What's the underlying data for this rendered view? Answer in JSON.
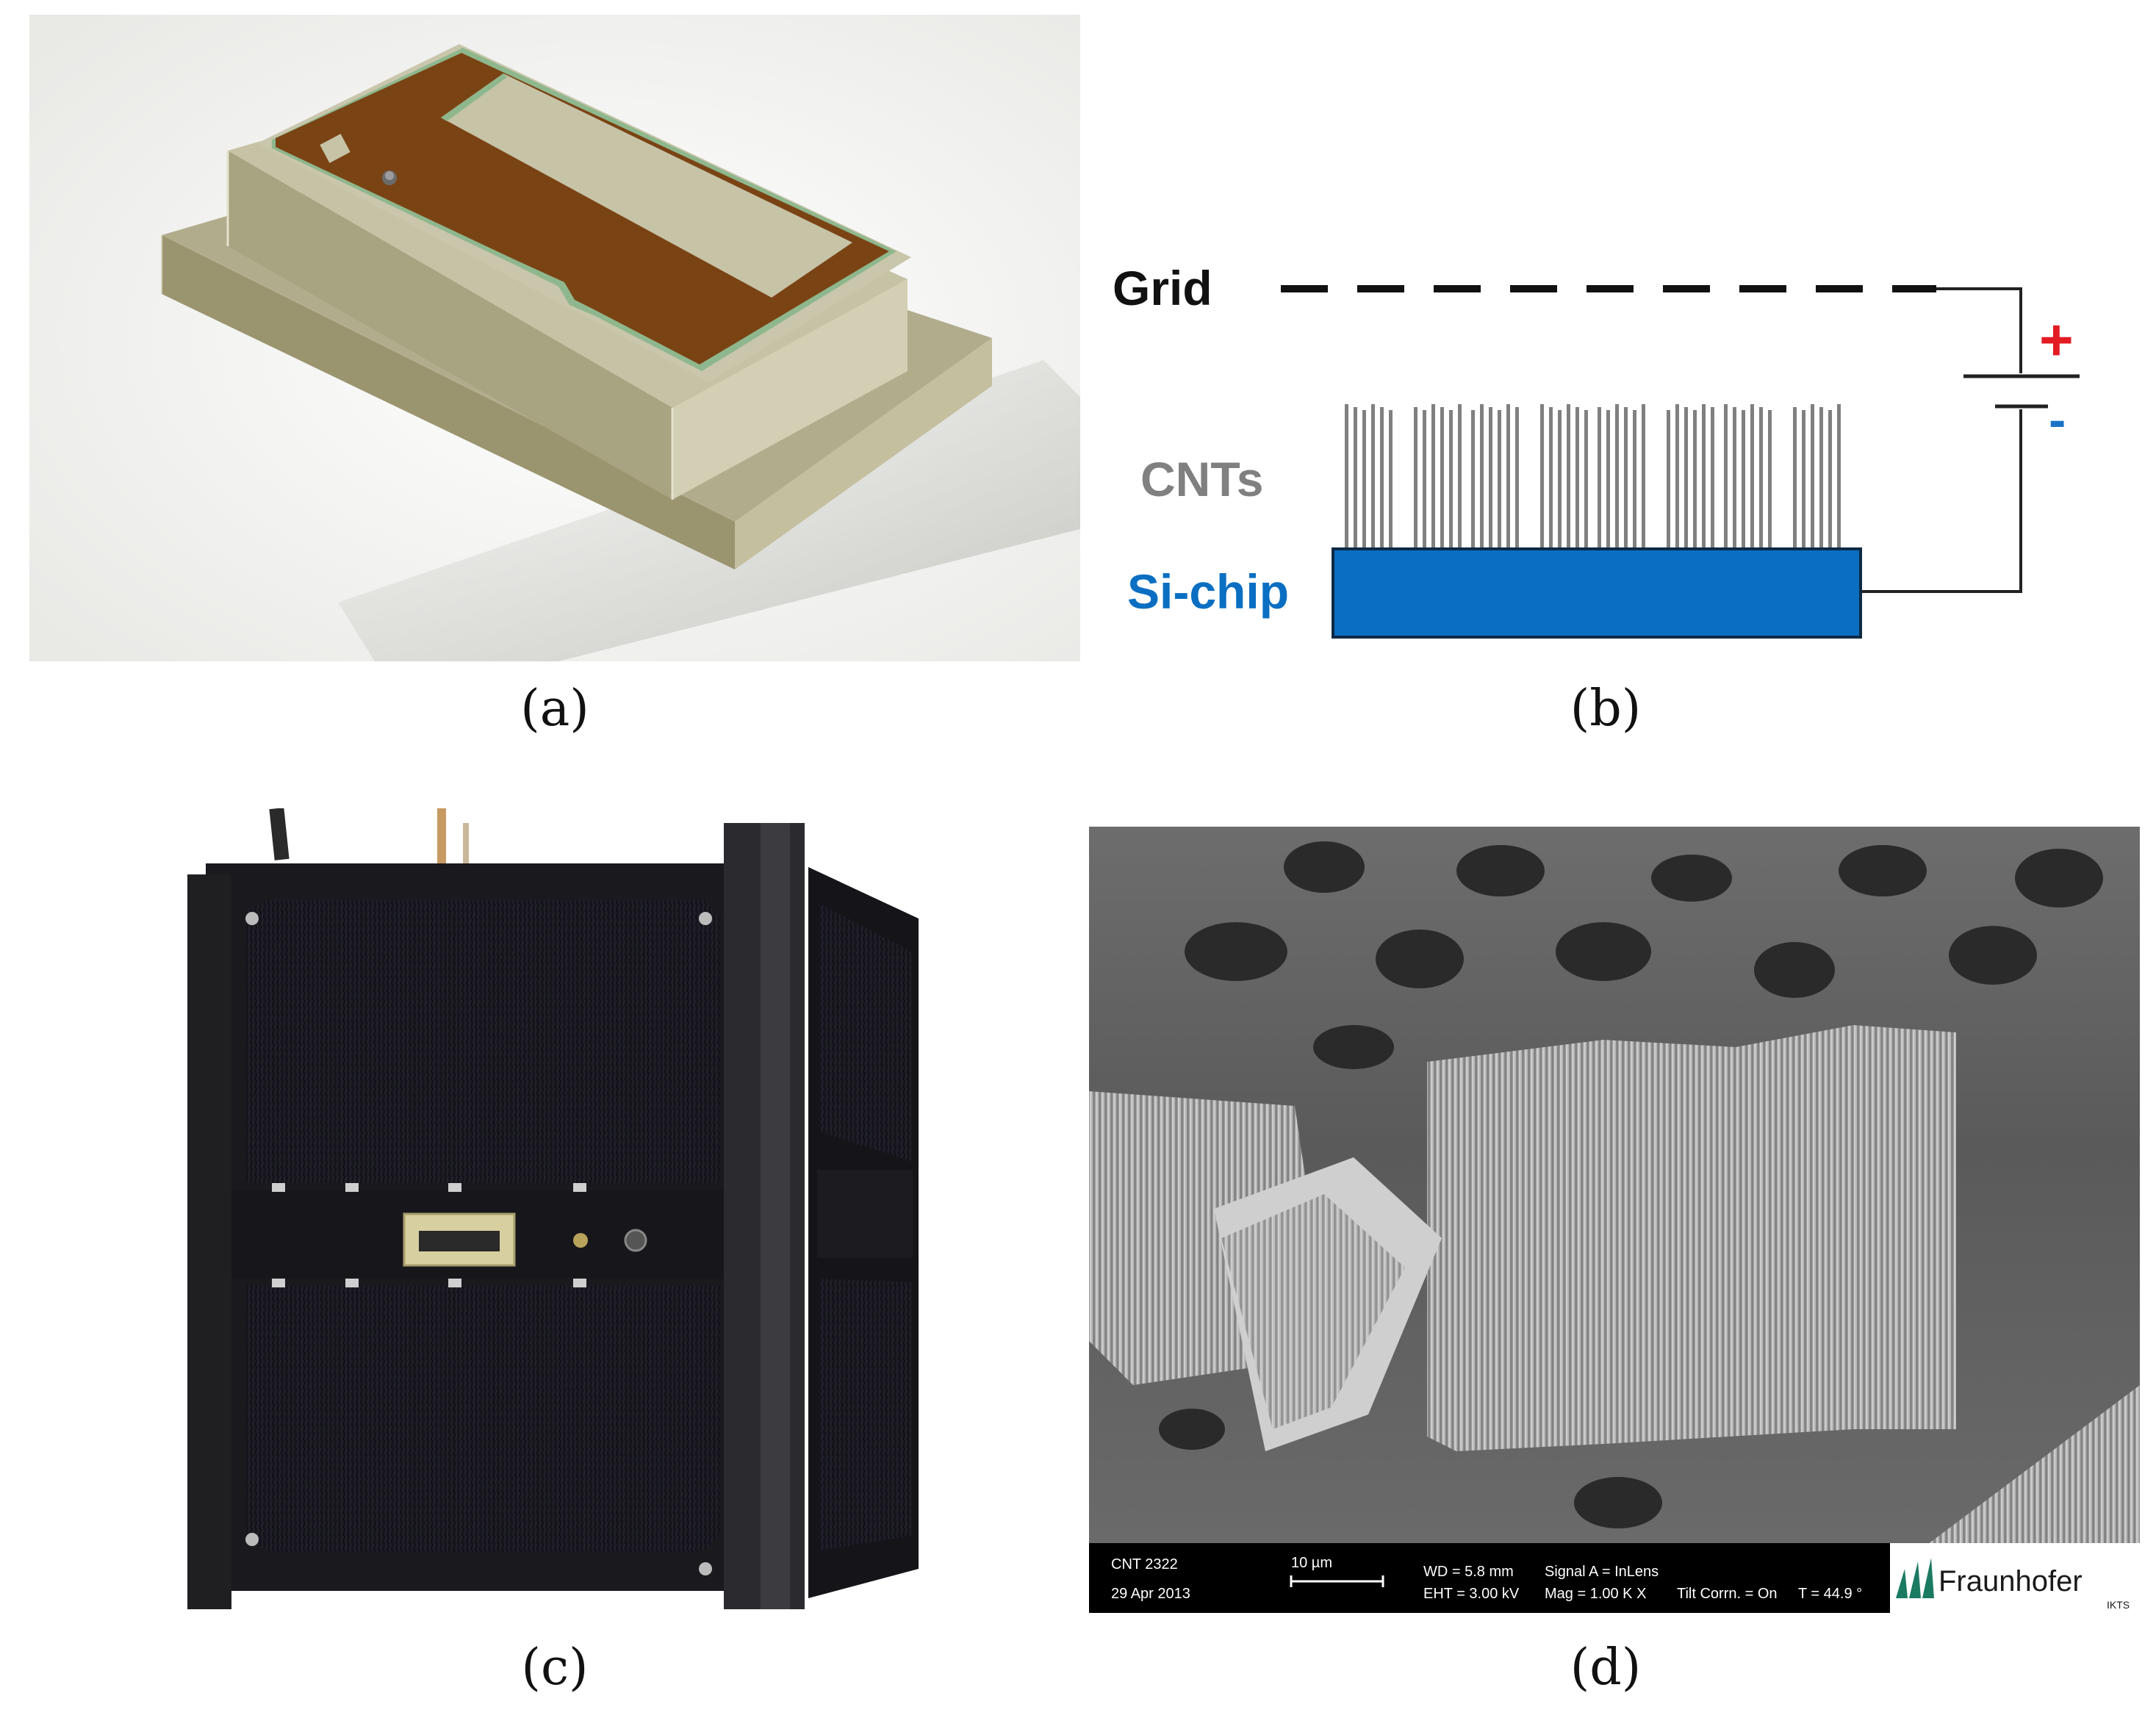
{
  "figure": {
    "panels": [
      {
        "id": "a",
        "caption": "(a)"
      },
      {
        "id": "b",
        "caption": "(b)",
        "diagram": {
          "grid_label": "Grid",
          "cnts_label": "CNTs",
          "chip_label": "Si-chip",
          "plus_sign": "+",
          "minus_sign": "-",
          "colors": {
            "grid": "#111111",
            "cnts": "#808080",
            "chip": "#0a6fc2",
            "plus": "#e31b23",
            "minus": "#1a73c8"
          }
        }
      },
      {
        "id": "c",
        "caption": "(c)"
      },
      {
        "id": "d",
        "caption": "(d)",
        "sem": {
          "sample": "CNT 2322",
          "date": "29 Apr 2013",
          "scale": "10 µm",
          "wd": "WD = 5.8 mm",
          "eht": "EHT = 3.00 kV",
          "signal": "Signal A = InLens",
          "mag": "Mag =  1.00 K X",
          "tilt": "Tilt Corrn. = On",
          "angle": "T =    44.9 °",
          "logo_name": "Fraunhofer",
          "logo_sub": "IKTS"
        }
      }
    ]
  }
}
